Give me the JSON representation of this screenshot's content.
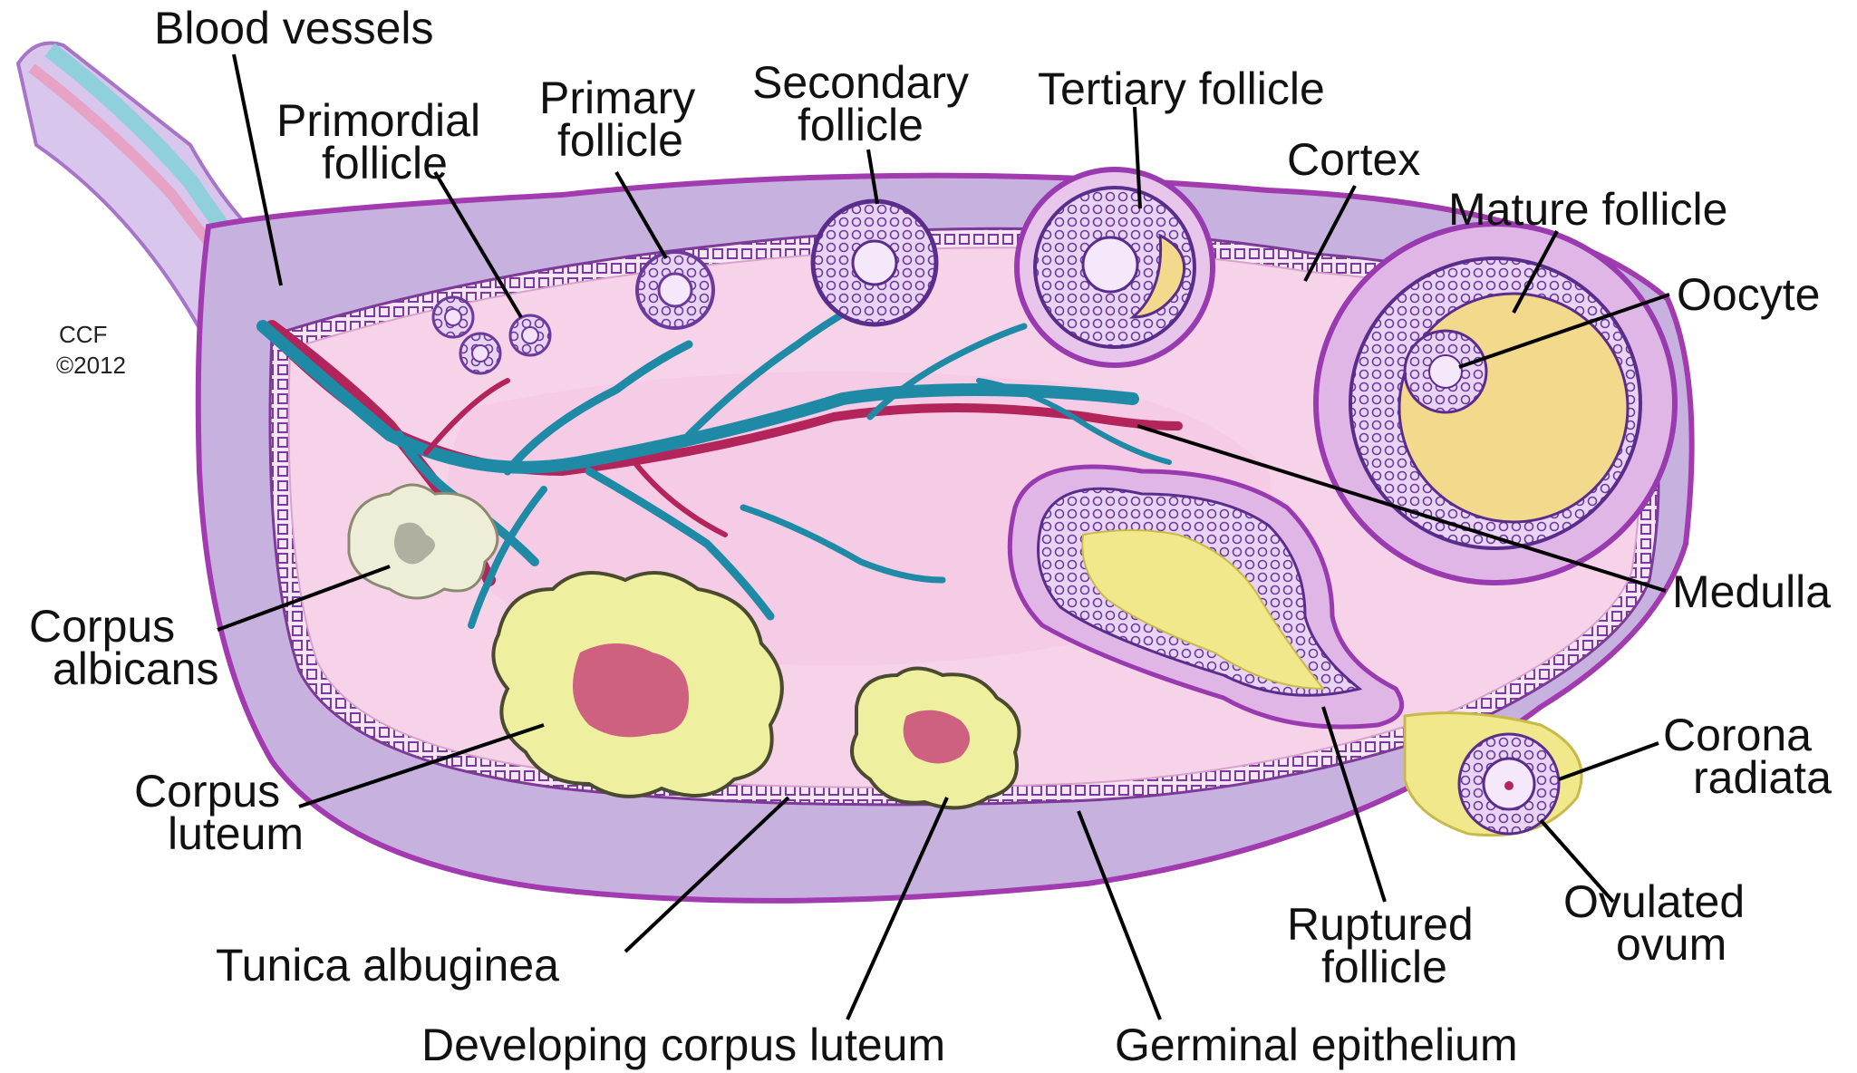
{
  "credit": {
    "line1": "CCF",
    "line2": "©2012"
  },
  "labels": {
    "blood_vessels": "Blood vessels",
    "primordial_follicle": [
      "Primordial",
      "follicle"
    ],
    "primary_follicle": [
      "Primary",
      "follicle"
    ],
    "secondary_follicle": [
      "Secondary",
      "follicle"
    ],
    "tertiary_follicle": "Tertiary follicle",
    "cortex": "Cortex",
    "mature_follicle": "Mature follicle",
    "oocyte": "Oocyte",
    "medulla": "Medulla",
    "corpus_albicans": [
      "Corpus",
      "albicans"
    ],
    "corpus_luteum": [
      "Corpus",
      "luteum"
    ],
    "corona_radiata": [
      "Corona",
      "radiata"
    ],
    "ovulated_ovum": [
      "Ovulated",
      "ovum"
    ],
    "ruptured_follicle": [
      "Ruptured",
      "follicle"
    ],
    "tunica_albuginea": "Tunica albuginea",
    "developing_corpus_luteum": "Developing corpus luteum",
    "germinal_epithelium": "Germinal epithelium"
  },
  "colors": {
    "ovary_outer": "#c9b3e0",
    "ovary_rim": "#a23ab0",
    "cortex_pink": "#f7d3ea",
    "vein_blue": "#1f8aa6",
    "artery_red": "#b3245a",
    "luteum_yellow": "#eef0a0",
    "follicle_purple": "#7a4aa8",
    "antrum_yellow": "#f3d98c"
  }
}
